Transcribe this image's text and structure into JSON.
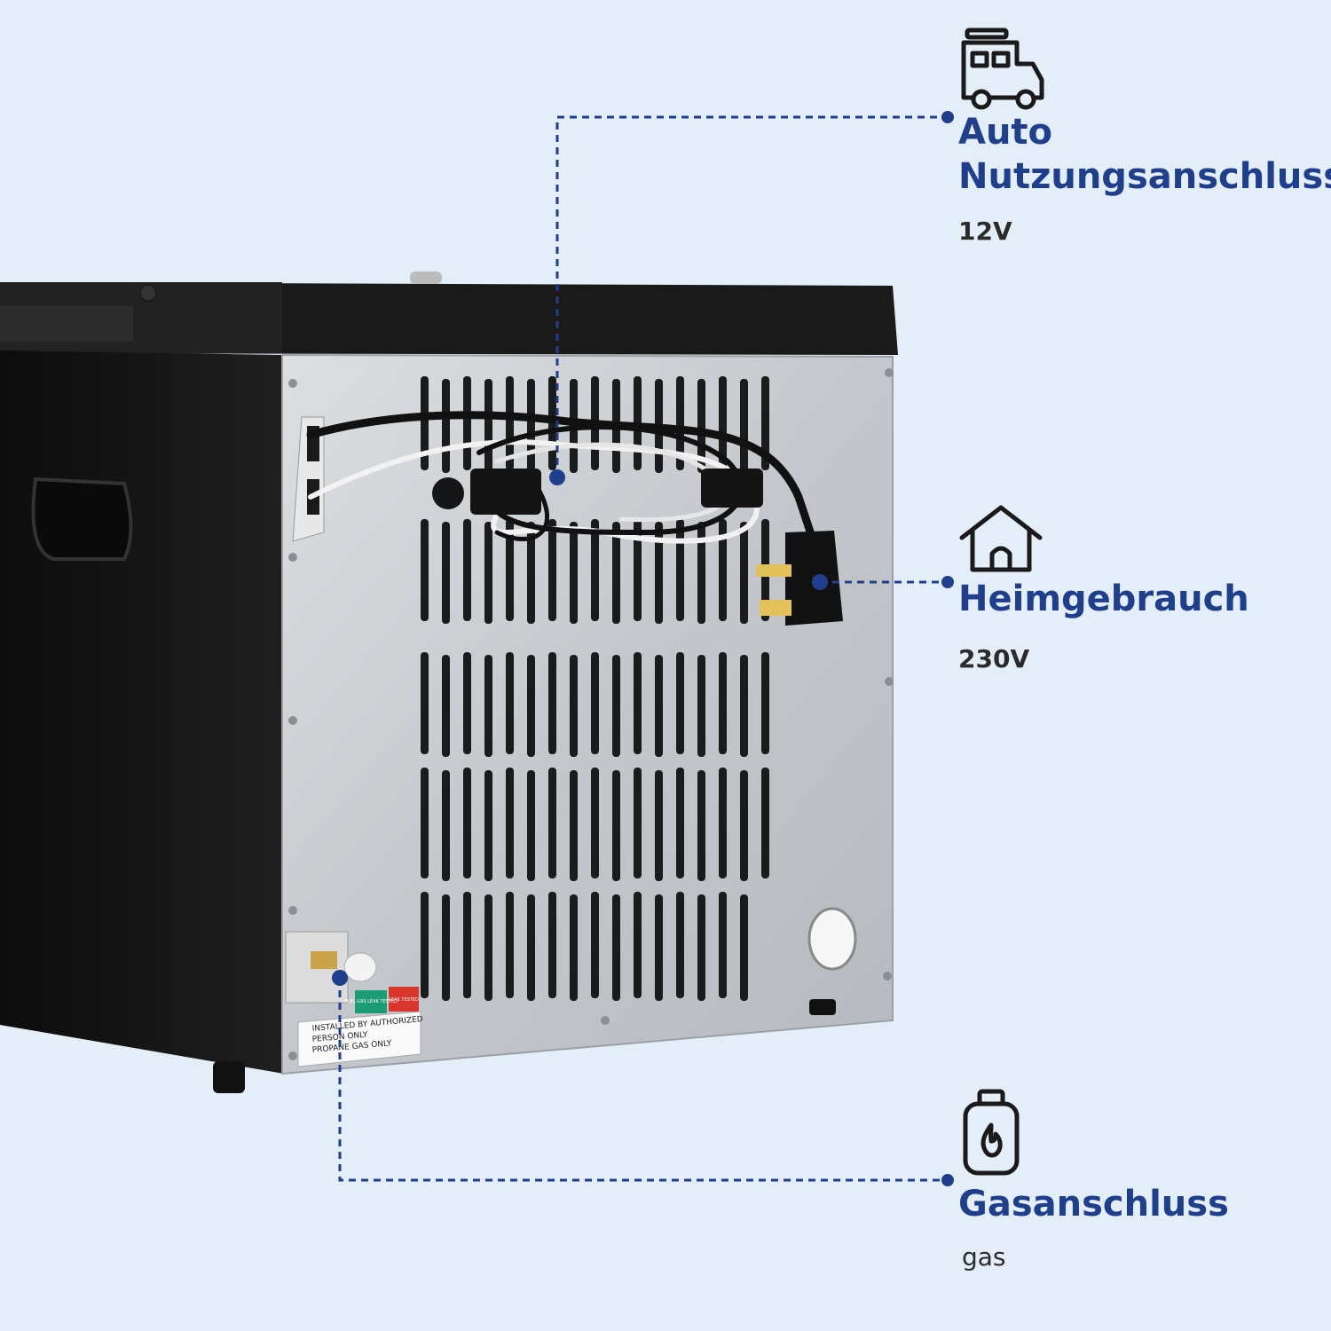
{
  "features": [
    {
      "title_line1": "Auto",
      "title_line2": "Nutzungsanschluss",
      "voltage": "12V",
      "icon": "camper-van-icon"
    },
    {
      "title": "Heimgebrauch",
      "voltage": "230V",
      "icon": "house-icon"
    },
    {
      "title": "Gasanschluss",
      "sub": "gas",
      "icon": "gas-cylinder-icon"
    }
  ],
  "product": {
    "labels": {
      "warning_line1": "INSTALLED BY AUTHORIZED",
      "warning_line2": "PERSON ONLY",
      "warning_line3": "PROPANE GAS ONLY",
      "tag_green": "FUEL GAS LEAK TESTED",
      "tag_red": "LEAK TESTED"
    }
  },
  "colors": {
    "background": "#e4eef8",
    "accent": "#1f3f8c",
    "cabinet": "#151515",
    "panel": "#c9cdd1"
  }
}
